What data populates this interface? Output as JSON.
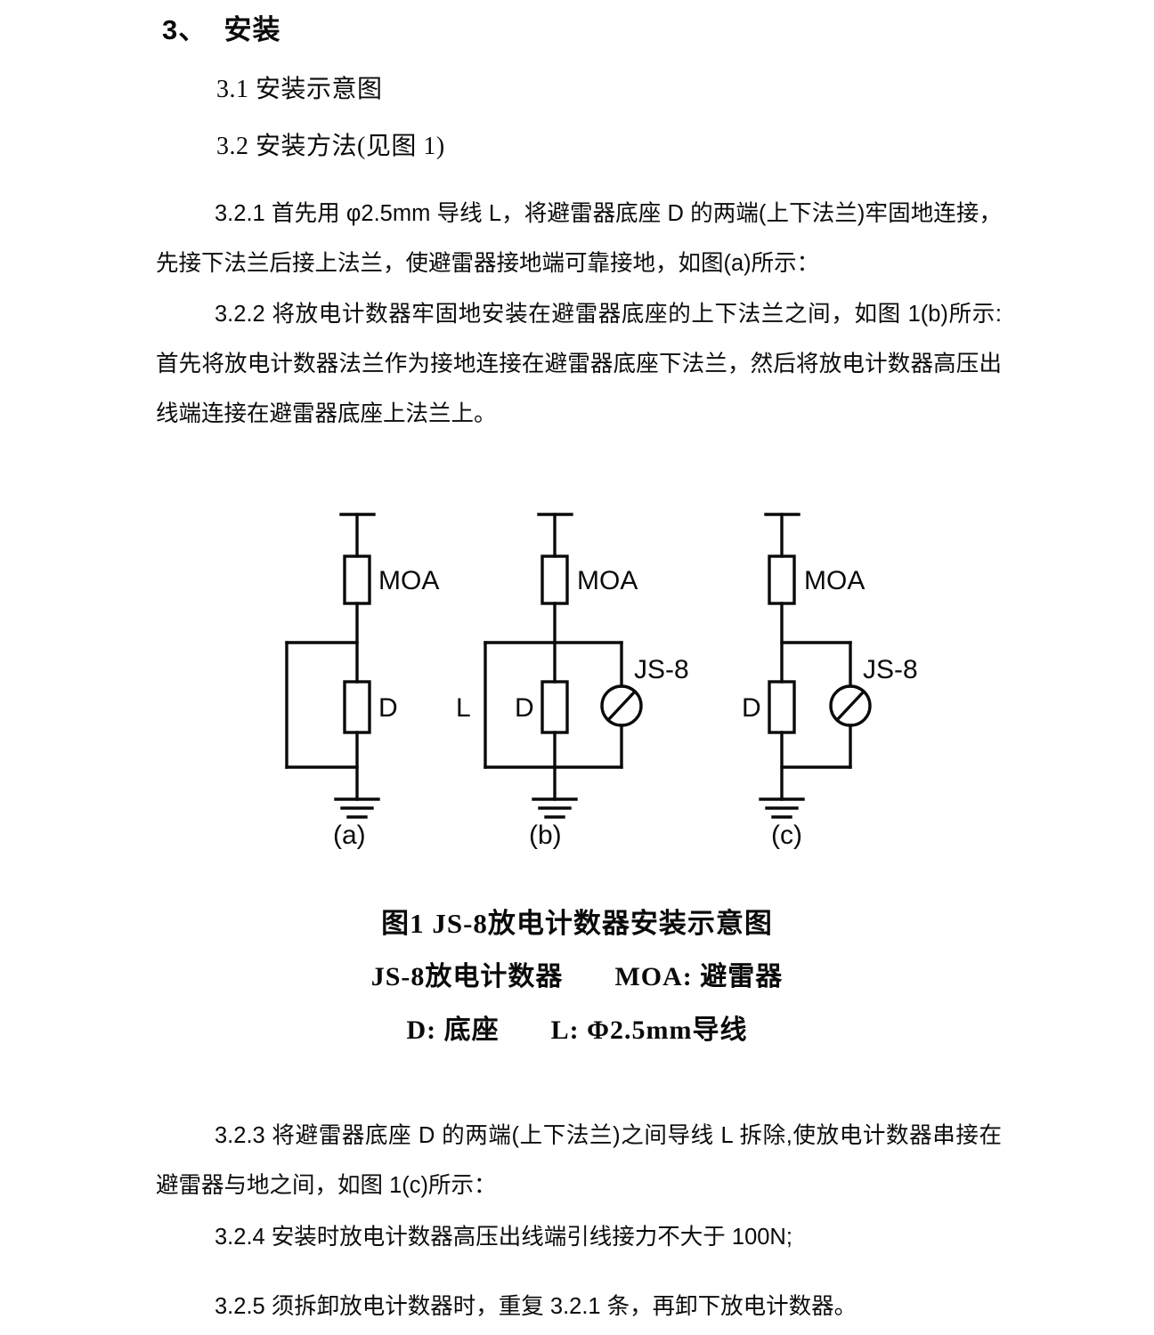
{
  "document": {
    "section_heading": "3、  安装",
    "subheadings": [
      "3.1 安装示意图",
      "3.2 安装方法(见图 1)"
    ],
    "paragraphs": {
      "p321": "3.2.1  首先用 φ2.5mm 导线 L，将避雷器底座 D 的两端(上下法兰)牢固地连接，先接下法兰后接上法兰，使避雷器接地端可靠接地，如图(a)所示：",
      "p322": "3.2.2  将放电计数器牢固地安装在避雷器底座的上下法兰之间，如图 1(b)所示:首先将放电计数器法兰作为接地连接在避雷器底座下法兰，然后将放电计数器高压出线端连接在避雷器底座上法兰上。",
      "p323": "3.2.3  将避雷器底座 D 的两端(上下法兰)之间导线 L 拆除,使放电计数器串接在避雷器与地之间，如图 1(c)所示：",
      "p324": "3.2.4  安装时放电计数器高压出线端引线接力不大于 100N;",
      "p325": "3.2.5  须拆卸放电计数器时，重复 3.2.1 条，再卸下放电计数器。"
    }
  },
  "figure": {
    "caption_title": "图1 JS-8放电计数器安装示意图",
    "legend_line_1_left": "JS-8放电计数器",
    "legend_line_1_right": "MOA: 避雷器",
    "legend_line_2_left": "D: 底座",
    "legend_line_2_right": "L: Φ2.5mm导线",
    "sub_labels": {
      "a": "(a)",
      "b": "(b)",
      "c": "(c)"
    },
    "component_labels": {
      "moa": "MOA",
      "base": "D",
      "wire": "L",
      "counter": "JS-8"
    },
    "line_color": "#0a0a0a"
  },
  "diagrams": [
    {
      "id": "a",
      "label": "(a)",
      "has_bypass_wire": true,
      "has_counter": false,
      "components": [
        "MOA",
        "D"
      ],
      "description": "避雷器底座两端用导线 L 短接，直接接地"
    },
    {
      "id": "b",
      "label": "(b)",
      "has_bypass_wire": true,
      "has_counter": true,
      "components": [
        "MOA",
        "D",
        "L",
        "JS-8"
      ],
      "description": "放电计数器并联安装在避雷器底座上下法兰之间"
    },
    {
      "id": "c",
      "label": "(c)",
      "has_bypass_wire": false,
      "has_counter": true,
      "components": [
        "MOA",
        "D",
        "JS-8"
      ],
      "description": "拆除导线 L，放电计数器串接在避雷器与地之间"
    }
  ]
}
